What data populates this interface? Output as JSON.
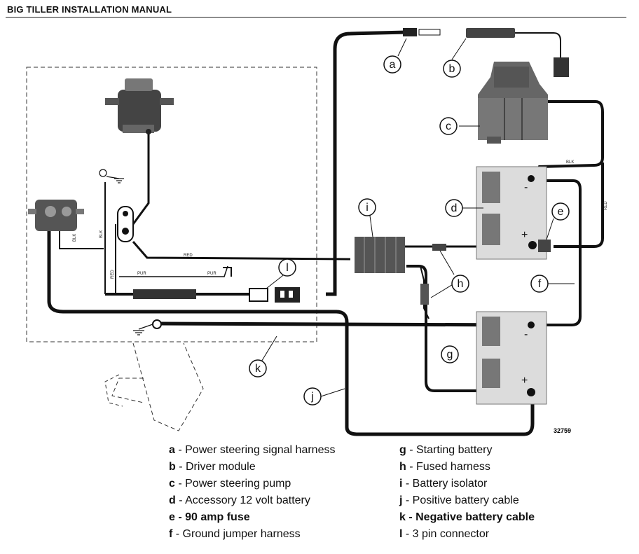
{
  "header": {
    "title": "BIG TILLER INSTALLATION MANUAL"
  },
  "diagram": {
    "figure_number": "32759",
    "callouts": [
      "a",
      "b",
      "c",
      "d",
      "e",
      "f",
      "g",
      "h",
      "i",
      "j",
      "k",
      "l"
    ],
    "wire_labels": {
      "red_main": "RED",
      "blk_top": "BLK",
      "red_right": "RED",
      "blk_left": "BLK",
      "red_left": "RED",
      "blk_small": "BLK",
      "pur_1": "PUR",
      "pur_2": "PUR"
    },
    "battery_terminals": {
      "d_neg": "-",
      "d_pos": "+",
      "g_neg": "-",
      "g_pos": "+"
    }
  },
  "legend": {
    "left": [
      {
        "key": "a",
        "sep": " - ",
        "text": "Power steering signal harness"
      },
      {
        "key": "b",
        "sep": " - ",
        "text": "Driver module"
      },
      {
        "key": "c",
        "sep": " - ",
        "text": "Power steering pump"
      },
      {
        "key": "d",
        "sep": " - ",
        "text": "Accessory 12 volt battery"
      },
      {
        "key": "e",
        "sep": " - ",
        "text": "90 amp fuse"
      },
      {
        "key": "f",
        "sep": " - ",
        "text": "Ground jumper harness"
      }
    ],
    "right": [
      {
        "key": "g",
        "sep": " - ",
        "text": "Starting battery"
      },
      {
        "key": "h",
        "sep": " - ",
        "text": "Fused harness"
      },
      {
        "key": "i",
        "sep": " - ",
        "text": "Battery isolator"
      },
      {
        "key": "j",
        "sep": " - ",
        "text": "Positive battery cable"
      },
      {
        "key": "k",
        "sep": " - ",
        "text": "Negative battery cable"
      },
      {
        "key": "l",
        "sep": " - ",
        "text": "3 pin connector"
      }
    ]
  }
}
